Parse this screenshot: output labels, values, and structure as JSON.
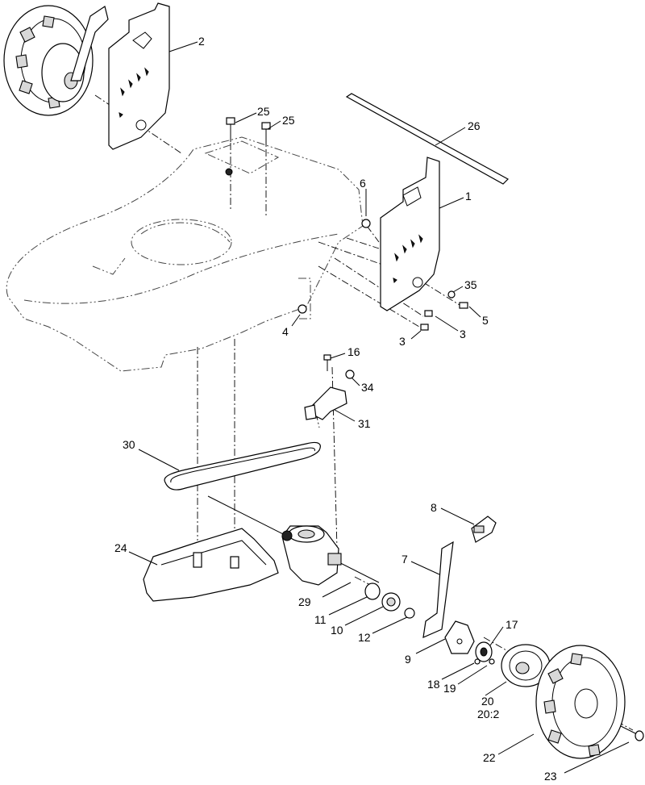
{
  "callouts": [
    {
      "id": "c2",
      "text": "2"
    },
    {
      "id": "c25a",
      "text": "25"
    },
    {
      "id": "c25b",
      "text": "25"
    },
    {
      "id": "c26",
      "text": "26"
    },
    {
      "id": "c6",
      "text": "6"
    },
    {
      "id": "c1",
      "text": "1"
    },
    {
      "id": "c35",
      "text": "35"
    },
    {
      "id": "c5",
      "text": "5"
    },
    {
      "id": "c3a",
      "text": "3"
    },
    {
      "id": "c3b",
      "text": "3"
    },
    {
      "id": "c4",
      "text": "4"
    },
    {
      "id": "c16",
      "text": "16"
    },
    {
      "id": "c34",
      "text": "34"
    },
    {
      "id": "c31",
      "text": "31"
    },
    {
      "id": "c30",
      "text": "30"
    },
    {
      "id": "c8",
      "text": "8"
    },
    {
      "id": "c24",
      "text": "24"
    },
    {
      "id": "c7",
      "text": "7"
    },
    {
      "id": "c29",
      "text": "29"
    },
    {
      "id": "c11",
      "text": "11"
    },
    {
      "id": "c17",
      "text": "17"
    },
    {
      "id": "c10",
      "text": "10"
    },
    {
      "id": "c12",
      "text": "12"
    },
    {
      "id": "c9",
      "text": "9"
    },
    {
      "id": "c18",
      "text": "18"
    },
    {
      "id": "c19",
      "text": "19"
    },
    {
      "id": "c20",
      "text": "20"
    },
    {
      "id": "c20_2",
      "text": "20:2"
    },
    {
      "id": "c22",
      "text": "22"
    },
    {
      "id": "c23",
      "text": "23"
    }
  ]
}
